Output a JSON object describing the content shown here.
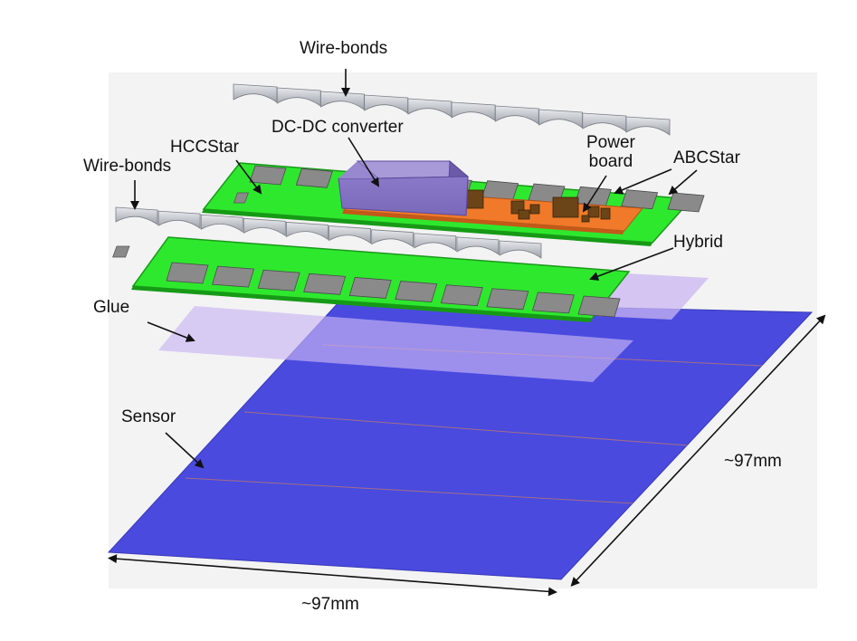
{
  "labels": {
    "wirebonds_top": "Wire-bonds",
    "wirebonds_left": "Wire-bonds",
    "dcdc": "DC-DC converter",
    "hccstar": "HCCStar",
    "power_board_line1": "Power",
    "power_board_line2": "board",
    "abcstar": "ABCStar",
    "hybrid": "Hybrid",
    "glue": "Glue",
    "sensor": "Sensor",
    "dim_width": "~97mm",
    "dim_depth": "~97mm"
  },
  "colors": {
    "panel_background": "#f3f3f3",
    "sensor_blue": "#4a4adf",
    "sensor_edge": "#3a3ab8",
    "strip_line": "#c07a6a",
    "hybrid_green": "#2ee82e",
    "hybrid_edge": "#1a9a1a",
    "chip_gray": "#8a8a8a",
    "glue_lilac": "#c9b6f2",
    "dcdc_purple": "#9080cc",
    "power_board_orange": "#f07a2a",
    "component_brown": "#6b4418",
    "wirebond_gray": "#c4c7cc"
  }
}
